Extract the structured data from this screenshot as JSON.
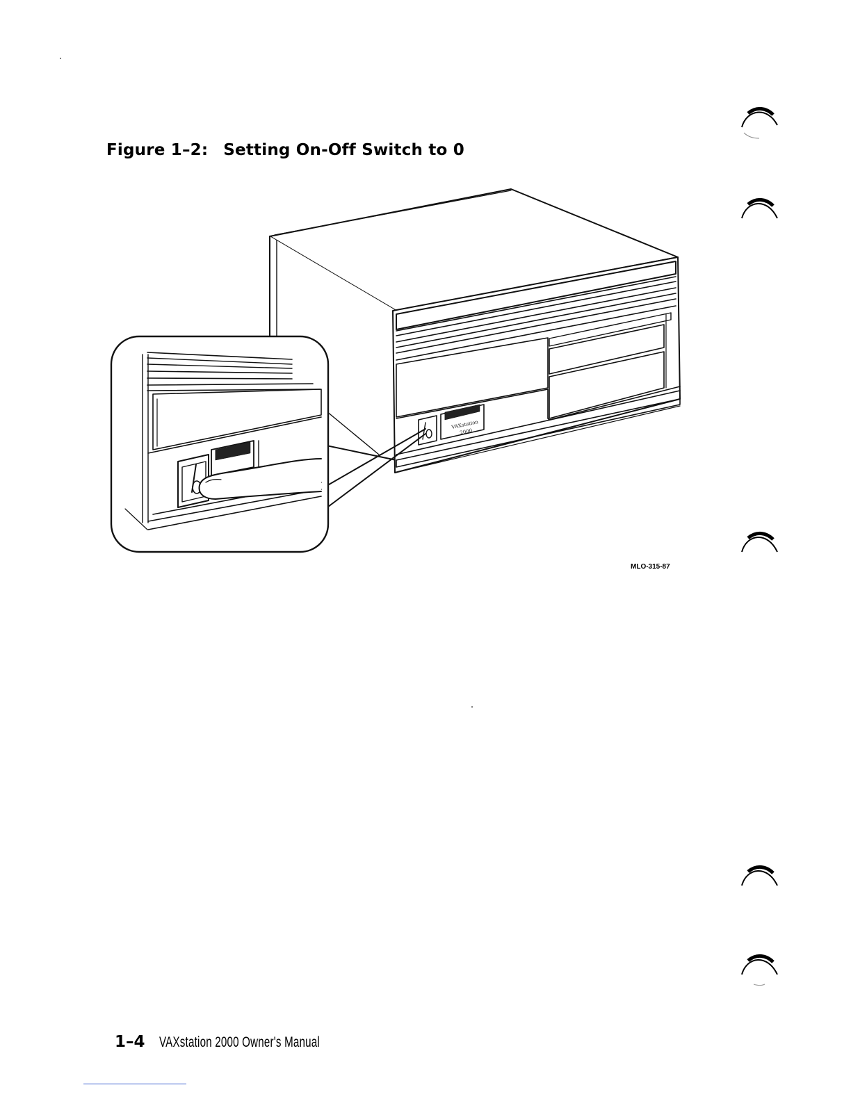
{
  "figure": {
    "number": "Figure 1–2:",
    "title": "Setting On-Off Switch to 0",
    "id_code": "MLO-315-87"
  },
  "footer": {
    "page_number": "1–4",
    "manual_title": "VAXstation 2000 Owner's Manual"
  },
  "illustration": {
    "subject": "VAXstation 2000 system unit with magnified inset of finger pressing on-off switch"
  },
  "margin_tabs": {
    "count": 5,
    "icon": "binder-tab-arc-icon"
  }
}
